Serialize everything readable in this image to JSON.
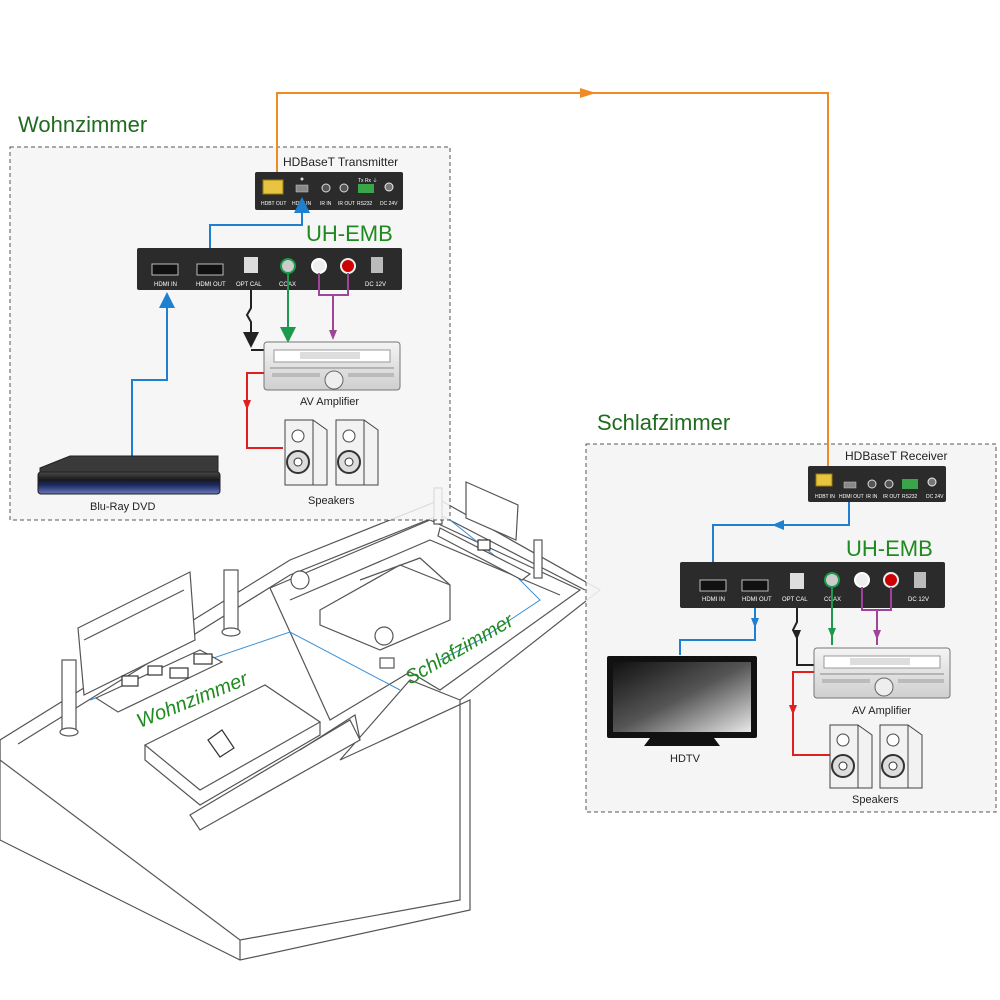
{
  "rooms": {
    "living_room": "Wohnzimmer",
    "bedroom": "Schlafzimmer"
  },
  "transmitter": {
    "title": "HDBaseT Transmitter",
    "ports": [
      "HDBT OUT",
      "HDMI IN",
      "IR IN",
      "IR OUT",
      "RS232",
      "DC 24V"
    ],
    "rs232_pins": "Tx Rx ⏚"
  },
  "receiver": {
    "title": "HDBaseT Receiver",
    "ports": [
      "HDBT IN",
      "HDMI OUT",
      "IR IN",
      "IR OUT",
      "RS232",
      "DC 24V"
    ]
  },
  "uh_emb_left": {
    "title": "UH-EMB",
    "ports": [
      "HDMI IN",
      "HDMI OUT",
      "OPT CAL",
      "COAX",
      "DC 12V"
    ]
  },
  "uh_emb_right": {
    "title": "UH-EMB",
    "ports": [
      "HDMI IN",
      "HDMI OUT",
      "OPT CAL",
      "COAX",
      "DC 12V"
    ]
  },
  "devices": {
    "amp_left": "AV Amplifier",
    "speakers_left": "Speakers",
    "bluray": "Blu-Ray DVD",
    "amp_right": "AV Amplifier",
    "speakers_right": "Speakers",
    "hdtv": "HDTV"
  },
  "floorplan": {
    "living_label": "Wohnzimmer",
    "bedroom_label": "Schlafzimmer"
  },
  "colors": {
    "hdbaset_cable": "#f08a24",
    "hdmi_cable": "#1f7fd0",
    "optical_cable": "#222222",
    "coax_cable": "#1a9a4a",
    "analog_audio": "#a0449a",
    "speaker_cable": "#e02020",
    "room_label": "#1f6b1f",
    "device_body": "#2b2b2b"
  }
}
